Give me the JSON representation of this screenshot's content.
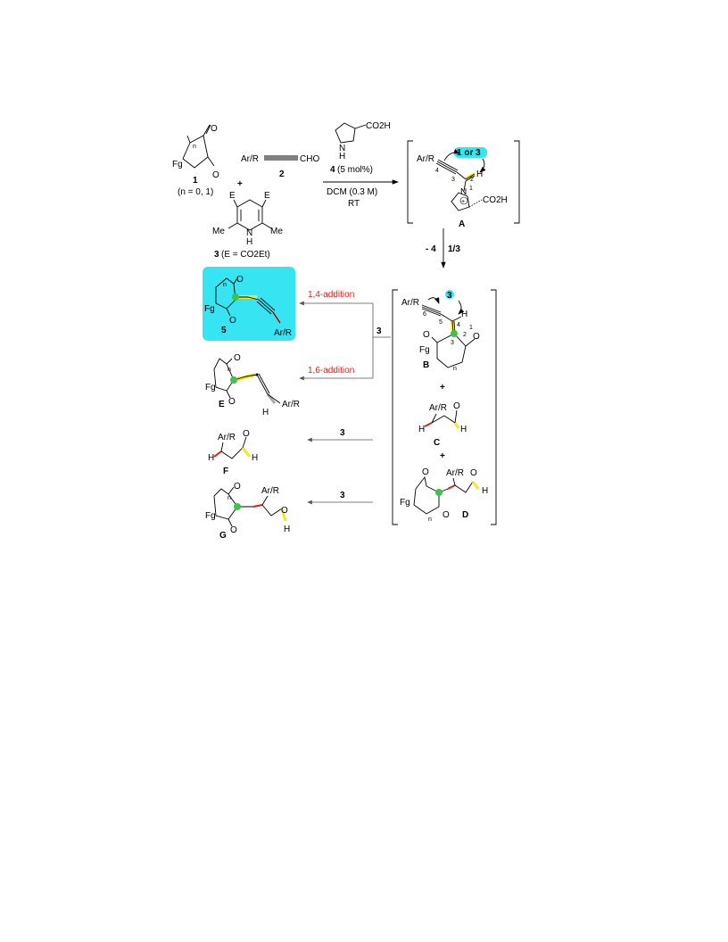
{
  "reactants": {
    "cmp1_label": "1",
    "cmp1_note": "(n = 0, 1)",
    "fg": "Fg",
    "n": "n",
    "o": "O",
    "plus1": "+",
    "plus2": "+",
    "cmp2_left": "Ar/R",
    "cmp2_right": "CHO",
    "cmp2_label": "2",
    "cmp3_e": "E",
    "cmp3_me": "Me",
    "cmp3_n": "N",
    "cmp3_h": "H",
    "cmp3_label": "3",
    "cmp3_note": "(E = CO2Et)"
  },
  "catalyst": {
    "nh_n": "N",
    "nh_h": "H",
    "co2h": "CO2H",
    "label": "4",
    "loading": "(5 mol%)",
    "solvent": "DCM (0.3 M)",
    "temp": "RT"
  },
  "intermediate_a": {
    "arr": "Ar/R",
    "attack": "1 or 3",
    "h": "H",
    "n": "N",
    "plus": "+",
    "co2h": "CO2H",
    "label": "A",
    "pos": [
      "4",
      "3",
      "2",
      "1"
    ]
  },
  "step_down": {
    "minus": "- 4",
    "reagent": "1/3"
  },
  "intermediate_b": {
    "arr": "Ar/R",
    "attack": "3",
    "h": "H",
    "o": "O",
    "fg": "Fg",
    "n": "n",
    "label": "B",
    "pos": [
      "6",
      "5",
      "4",
      "3",
      "2",
      "1"
    ]
  },
  "intermediate_c": {
    "arr": "Ar/R",
    "h": "H",
    "o": "O",
    "label": "C"
  },
  "intermediate_d": {
    "arr": "Ar/R",
    "h": "H",
    "o": "O",
    "fg": "Fg",
    "n": "n",
    "label": "D"
  },
  "plus_b": "+",
  "plus_c": "+",
  "arrows": {
    "split_reagent": "3",
    "path1": "1,4-addition",
    "path2": "1,6-addition",
    "f_reagent": "3",
    "g_reagent": "3"
  },
  "products": {
    "p5": {
      "label": "5",
      "arr": "Ar/R",
      "fg": "Fg",
      "n": "n",
      "o": "O"
    },
    "e": {
      "label": "E",
      "arr": "Ar/R",
      "h": "H",
      "fg": "Fg",
      "n": "n",
      "o": "O"
    },
    "f": {
      "label": "F",
      "arr": "Ar/R",
      "h": "H",
      "o": "O"
    },
    "g": {
      "label": "G",
      "arr": "Ar/R",
      "h": "H",
      "fg": "Fg",
      "n": "n",
      "o": "O"
    }
  },
  "colors": {
    "highlight_box": "#36e4f2",
    "yellow": "#f2e92a",
    "green": "#3ec24a",
    "red": "#e0201c",
    "grey": "#a8a8a8",
    "badge": "#36e4f2"
  }
}
